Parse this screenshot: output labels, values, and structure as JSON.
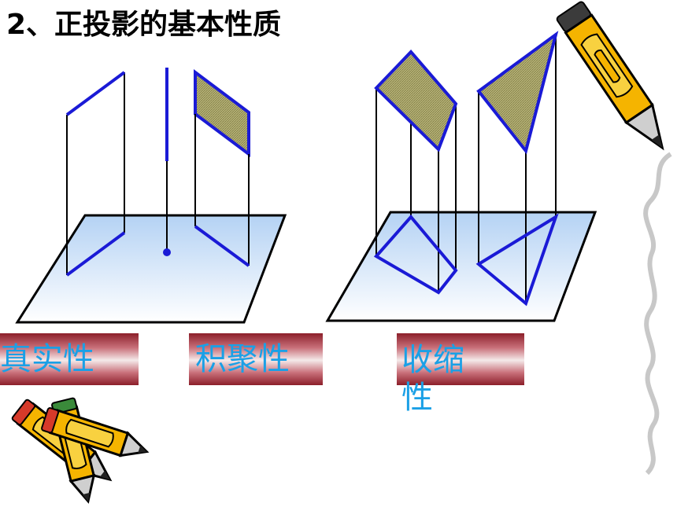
{
  "title": "2、正投影的基本性质",
  "labels": {
    "true_shape": "真实性",
    "accumulation": "积聚性",
    "contraction": "收缩性"
  },
  "colors": {
    "edge": "#1a1ad6",
    "plane_fill_top": "#b9d6f5",
    "plane_fill_bottom": "#ffffff",
    "shade": "#a4a060",
    "label_text": "#1aa0e6",
    "label_bar_dark": "#8c1f2a",
    "pencil_yellow": "#f5b400",
    "pencil_wavy": "#c8c8c8"
  },
  "icons": [
    "pencil-icon",
    "crossed-pencils-icon",
    "wavy-line-decoration"
  ]
}
